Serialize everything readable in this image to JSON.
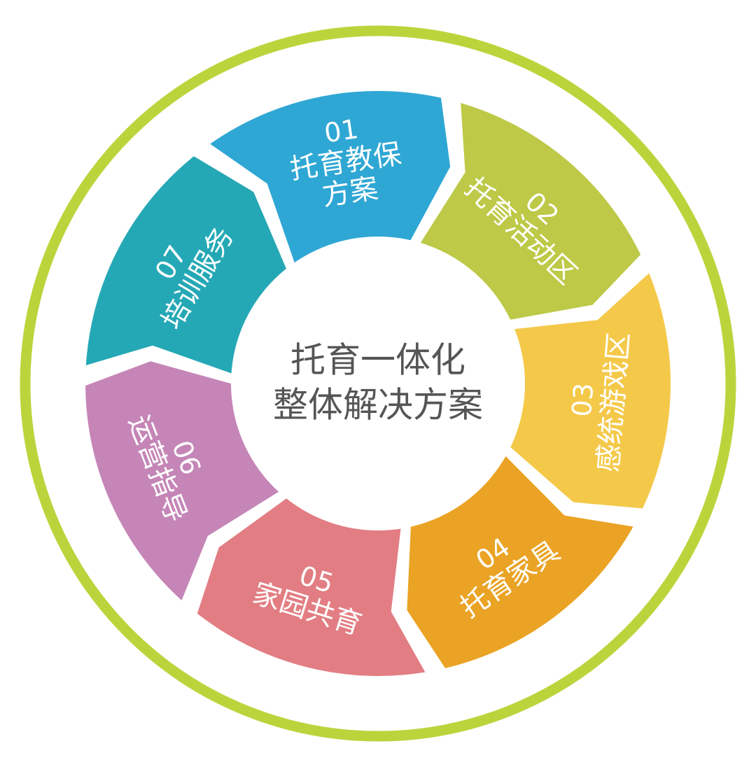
{
  "center": {
    "line1": "托育一体化",
    "line2": "整体解决方案"
  },
  "colors": {
    "outer_ring": "#bcd43c",
    "center_fill": "#ffffff",
    "center_text": "#555555"
  },
  "segments": [
    {
      "num": "01",
      "lines": [
        "托育教保",
        "方案"
      ],
      "color": "#2fa7d4"
    },
    {
      "num": "02",
      "lines": [
        "托育活动区"
      ],
      "color": "#bdc947"
    },
    {
      "num": "03",
      "lines": [
        "感统游戏区"
      ],
      "color": "#f4c94a"
    },
    {
      "num": "04",
      "lines": [
        "托育家具"
      ],
      "color": "#eaa324"
    },
    {
      "num": "05",
      "lines": [
        "家园共育"
      ],
      "color": "#e27e83"
    },
    {
      "num": "06",
      "lines": [
        "运营指导"
      ],
      "color": "#c585b7"
    },
    {
      "num": "07",
      "lines": [
        "培训服务"
      ],
      "color": "#25a8b5"
    }
  ]
}
